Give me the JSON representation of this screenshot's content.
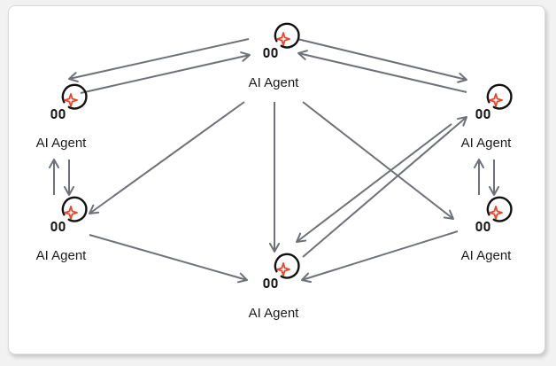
{
  "diagram": {
    "edge_color": "#6e7177",
    "icon_color": "#111111",
    "spark_color": "#e8452c",
    "nodes": [
      {
        "id": "top",
        "label": "AI Agent",
        "icon": "ai-agent-icon"
      },
      {
        "id": "left-top",
        "label": "AI Agent",
        "icon": "ai-agent-icon"
      },
      {
        "id": "left-bottom",
        "label": "AI Agent",
        "icon": "ai-agent-icon"
      },
      {
        "id": "bottom",
        "label": "AI Agent",
        "icon": "ai-agent-icon"
      },
      {
        "id": "right-top",
        "label": "AI Agent",
        "icon": "ai-agent-icon"
      },
      {
        "id": "right-bottom",
        "label": "AI Agent",
        "icon": "ai-agent-icon"
      }
    ],
    "edges": [
      {
        "from": "top",
        "to": "left-top"
      },
      {
        "from": "left-top",
        "to": "top"
      },
      {
        "from": "top",
        "to": "right-top"
      },
      {
        "from": "right-top",
        "to": "top"
      },
      {
        "from": "left-bottom",
        "to": "left-top"
      },
      {
        "from": "left-top",
        "to": "left-bottom"
      },
      {
        "from": "right-bottom",
        "to": "right-top"
      },
      {
        "from": "right-top",
        "to": "right-bottom"
      },
      {
        "from": "top",
        "to": "left-bottom"
      },
      {
        "from": "top",
        "to": "bottom"
      },
      {
        "from": "top",
        "to": "right-bottom"
      },
      {
        "from": "left-bottom",
        "to": "bottom"
      },
      {
        "from": "right-bottom",
        "to": "bottom"
      },
      {
        "from": "right-top",
        "to": "bottom"
      },
      {
        "from": "bottom",
        "to": "right-top"
      }
    ]
  }
}
